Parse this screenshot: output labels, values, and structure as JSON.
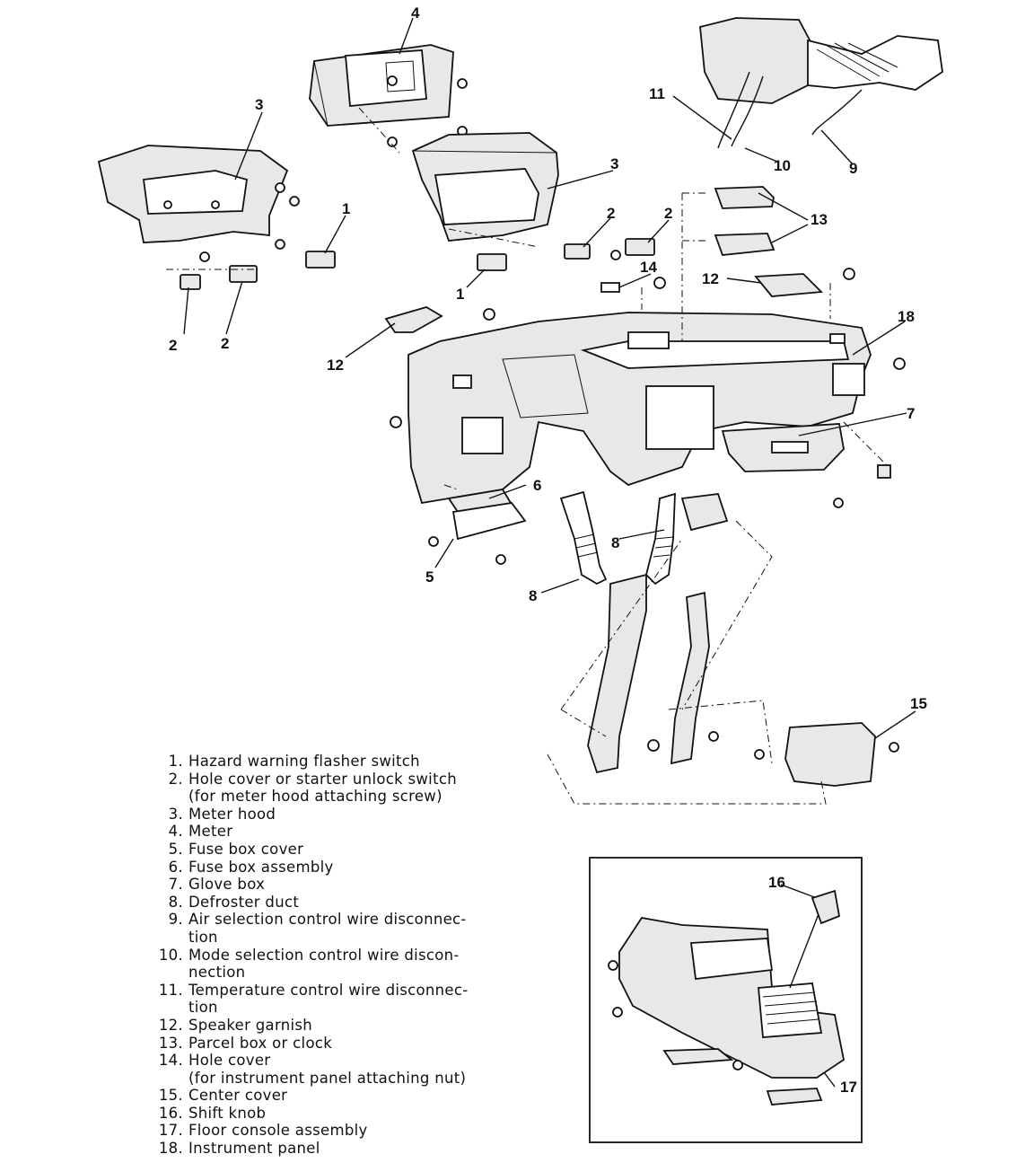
{
  "callouts": {
    "c1a": "1",
    "c1b": "1",
    "c2a": "2",
    "c2b": "2",
    "c2c": "2",
    "c2d": "2",
    "c3a": "3",
    "c3b": "3",
    "c4": "4",
    "c5": "5",
    "c6": "6",
    "c7": "7",
    "c8a": "8",
    "c8b": "8",
    "c9": "9",
    "c10": "10",
    "c11": "11",
    "c12a": "12",
    "c12b": "12",
    "c13": "13",
    "c14": "14",
    "c15": "15",
    "c16": "16",
    "c17": "17",
    "c18": "18"
  },
  "legend": [
    {
      "num": "1.",
      "lines": [
        "Hazard warning flasher switch"
      ]
    },
    {
      "num": "2.",
      "lines": [
        "Hole cover or starter unlock switch",
        "(for meter hood attaching screw)"
      ]
    },
    {
      "num": "3.",
      "lines": [
        "Meter hood"
      ]
    },
    {
      "num": "4.",
      "lines": [
        "Meter"
      ]
    },
    {
      "num": "5.",
      "lines": [
        "Fuse box cover"
      ]
    },
    {
      "num": "6.",
      "lines": [
        "Fuse box assembly"
      ]
    },
    {
      "num": "7.",
      "lines": [
        "Glove box"
      ]
    },
    {
      "num": "8.",
      "lines": [
        "Defroster duct"
      ]
    },
    {
      "num": "9.",
      "lines": [
        "Air selection control wire disconnec-",
        "tion"
      ]
    },
    {
      "num": "10.",
      "lines": [
        "Mode selection control wire discon-",
        "nection"
      ]
    },
    {
      "num": "11.",
      "lines": [
        "Temperature control wire disconnec-",
        "tion"
      ]
    },
    {
      "num": "12.",
      "lines": [
        "Speaker garnish"
      ]
    },
    {
      "num": "13.",
      "lines": [
        "Parcel box or clock"
      ]
    },
    {
      "num": "14.",
      "lines": [
        "Hole cover",
        "(for instrument panel attaching nut)"
      ]
    },
    {
      "num": "15.",
      "lines": [
        "Center cover"
      ]
    },
    {
      "num": "16.",
      "lines": [
        "Shift knob"
      ]
    },
    {
      "num": "17.",
      "lines": [
        "Floor console assembly"
      ]
    },
    {
      "num": "18.",
      "lines": [
        "Instrument panel"
      ]
    }
  ]
}
